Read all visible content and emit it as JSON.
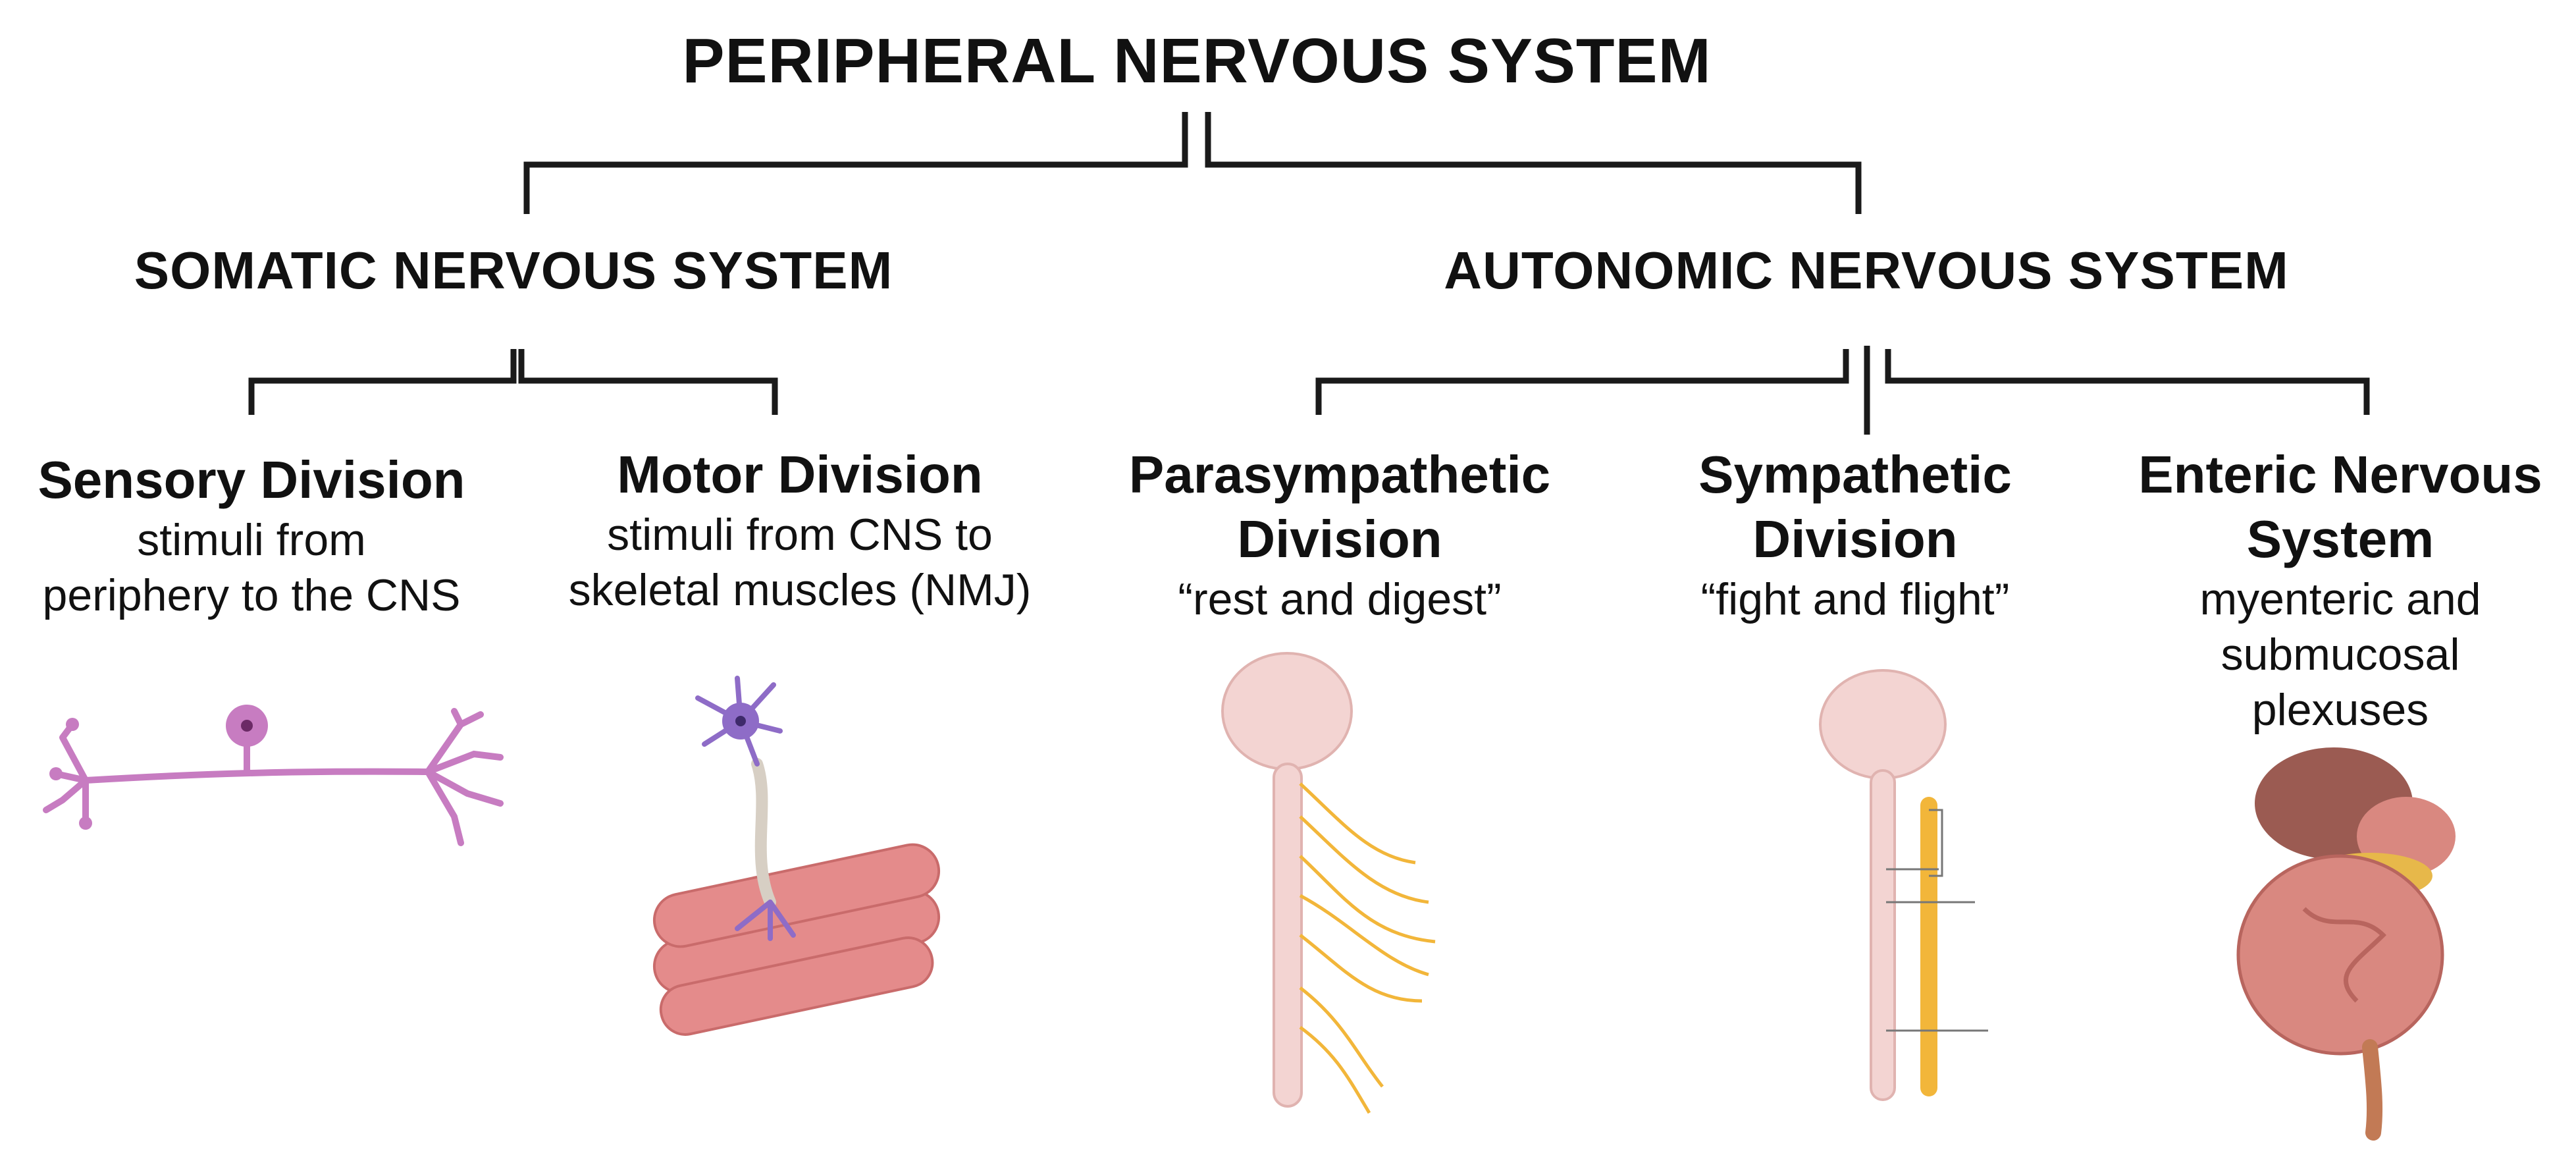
{
  "title": "PERIPHERAL NERVOUS SYSTEM",
  "branches": {
    "somatic": {
      "title": "SOMATIC NERVOUS SYSTEM",
      "divisions": {
        "sensory": {
          "title": "Sensory Division",
          "desc_line1": "stimuli from",
          "desc_line2": "periphery to the CNS"
        },
        "motor": {
          "title": "Motor Division",
          "desc_line1": "stimuli from CNS to",
          "desc_line2": "skeletal muscles (NMJ)"
        }
      }
    },
    "autonomic": {
      "title": "AUTONOMIC NERVOUS SYSTEM",
      "divisions": {
        "parasympathetic": {
          "title_line1": "Parasympathetic",
          "title_line2": "Division",
          "desc": "“rest and digest”"
        },
        "sympathetic": {
          "title_line1": "Sympathetic",
          "title_line2": "Division",
          "desc": "“fight and flight”"
        },
        "enteric": {
          "title_line1": "Enteric Nervous",
          "title_line2": "System",
          "desc_line1": "myenteric and",
          "desc_line2": "submucosal",
          "desc_line3": "plexuses"
        }
      }
    }
  },
  "colors": {
    "line": "#1a1a1a",
    "neuron": "#c77cc1",
    "muscle": "#e48b8b",
    "motor_neuron": "#8e6cc7",
    "brain": "#f3d4d2",
    "nerve": "#f2b63a",
    "gut": "#d98880"
  }
}
